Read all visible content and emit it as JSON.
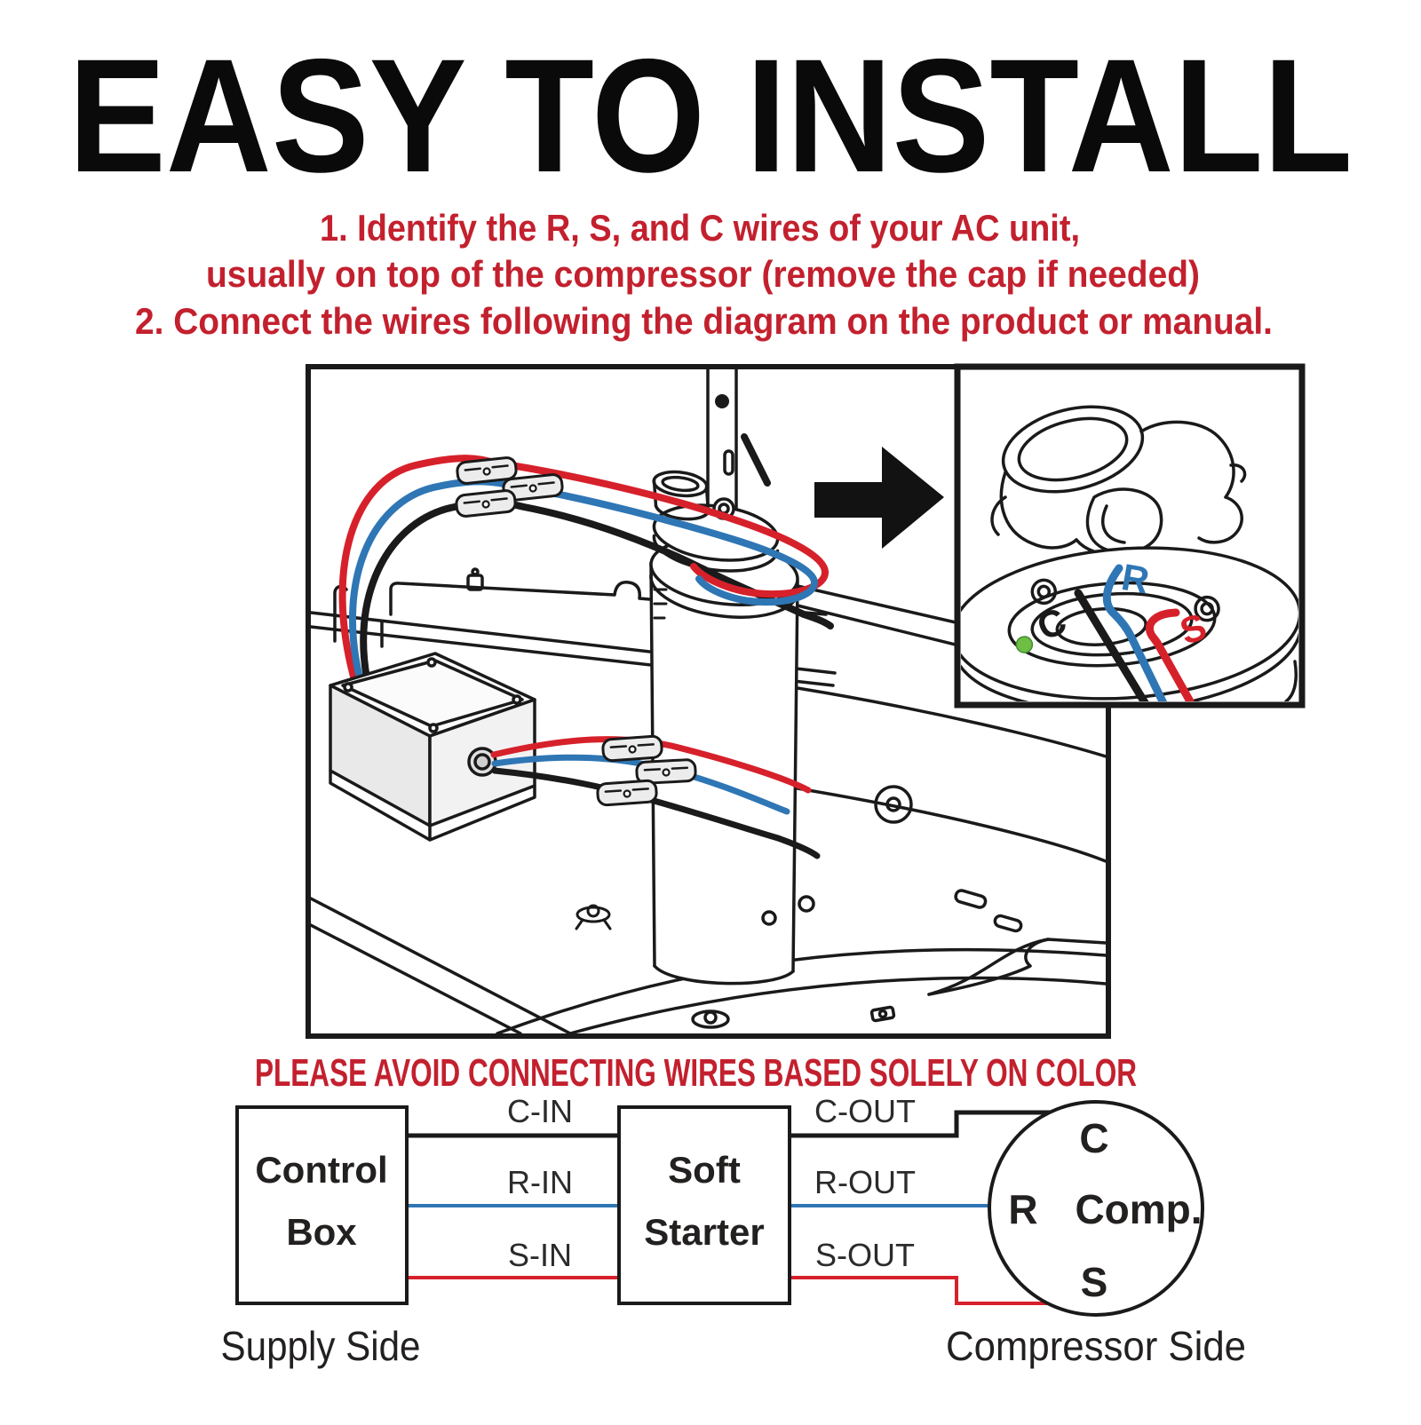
{
  "title": "EASY TO INSTALL",
  "instructions": {
    "line1": "1. Identify the R, S, and C wires of your AC unit,",
    "line2": "usually on top of the compressor (remove the cap if needed)",
    "line3": "2. Connect the wires following the diagram on the product or manual."
  },
  "warning": "PLEASE AVOID CONNECTING WIRES BASED SOLELY ON COLOR",
  "illustration": {
    "terminal_labels": {
      "c": "C",
      "r": "R",
      "s": "S"
    }
  },
  "wiring": {
    "supply_box": {
      "line1": "Control",
      "line2": "Box"
    },
    "starter_box": {
      "line1": "Soft",
      "line2": "Starter"
    },
    "compressor": {
      "label": "Comp.",
      "c": "C",
      "r": "R",
      "s": "S"
    },
    "labels": {
      "c_in": "C-IN",
      "r_in": "R-IN",
      "s_in": "S-IN",
      "c_out": "C-OUT",
      "r_out": "R-OUT",
      "s_out": "S-OUT"
    },
    "captions": {
      "supply": "Supply Side",
      "compressor": "Compressor Side"
    }
  },
  "colors": {
    "text_red": "#C3202E",
    "wire_red": "#D6212B",
    "wire_blue": "#2F76B5",
    "wire_black": "#1A1A1A",
    "green_dot": "#6FBE44",
    "ink": "#1A1A1A"
  }
}
